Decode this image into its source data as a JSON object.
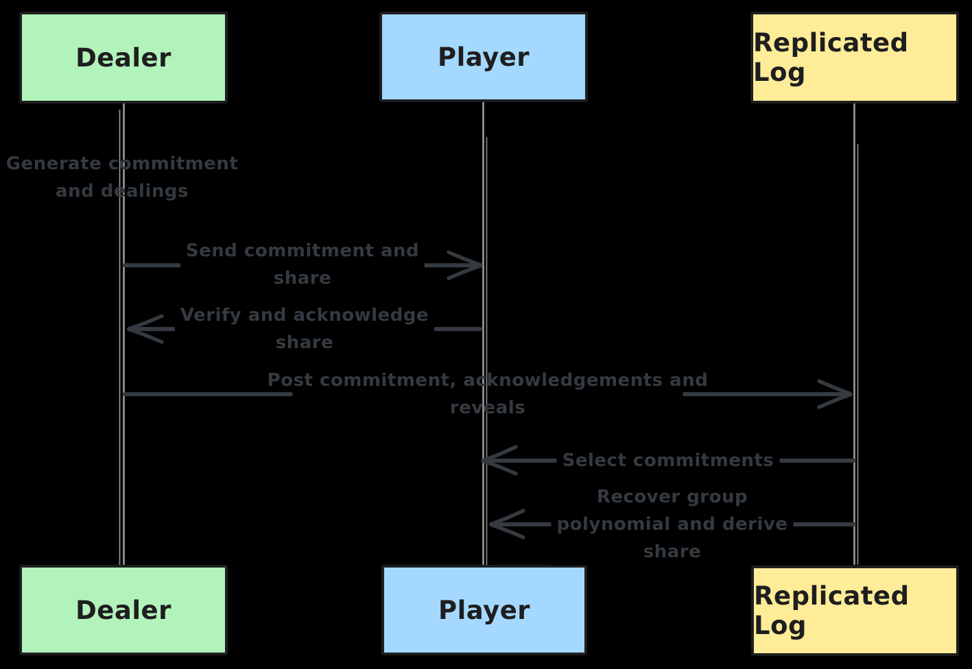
{
  "diagram": {
    "type": "sequence",
    "background_color": "#000000",
    "box_stroke_color": "#1e1e1e",
    "message_color": "#343a40",
    "lifeline_color": "#9c9c9c",
    "actors": [
      {
        "id": "dealer",
        "label": "Dealer",
        "fill": "#b2f2bb"
      },
      {
        "id": "player",
        "label": "Player",
        "fill": "#a5d8ff"
      },
      {
        "id": "replicated-log",
        "label": "Replicated Log",
        "fill": "#ffec99"
      }
    ],
    "note": {
      "actor": "dealer",
      "text": "Generate commitment\nand dealings"
    },
    "messages": [
      {
        "from": "Dealer",
        "to": "Player",
        "label": "Send commitment and\nshare"
      },
      {
        "from": "Player",
        "to": "Dealer",
        "label": "Verify and acknowledge\nshare"
      },
      {
        "from": "Dealer",
        "to": "Replicated Log",
        "label": "Post commitment, acknowledgements and\nreveals"
      },
      {
        "from": "Replicated Log",
        "to": "Player",
        "label": "Select commitments"
      },
      {
        "from": "Replicated Log",
        "to": "Player",
        "label": "Recover group\npolynomial and derive\nshare"
      }
    ]
  }
}
